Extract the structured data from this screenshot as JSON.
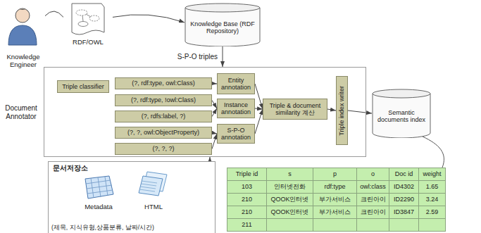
{
  "diagram": {
    "nodes": [
      {
        "text": [
          "Knowledge Engineer"
        ]
      },
      {
        "text": [
          "RDF/OWL"
        ]
      },
      {
        "text": [
          "Knowledge Base (RDF Repository)"
        ]
      },
      {
        "text": [
          "Document Annotator"
        ]
      },
      {
        "text": [
          "Triple classifier"
        ],
        "in": 3
      },
      {
        "text": [
          "(?, rdf:type, owl:Class)"
        ],
        "in": 3
      },
      {
        "text": [
          "(?, rdf:type, !owl:Class)"
        ],
        "in": 3
      },
      {
        "text": [
          "(?, rdfs:label, ?)"
        ],
        "in": 3
      },
      {
        "text": [
          "(?, ?, owl:ObjectProperty)"
        ],
        "in": 3
      },
      {
        "text": [
          "(?, ?, ?)"
        ],
        "in": 3
      },
      {
        "text": [
          "Entity annotation"
        ],
        "in": 3
      },
      {
        "text": [
          "Instance annotation"
        ],
        "in": 3
      },
      {
        "text": [
          "S-P-O annotation"
        ],
        "in": 3
      },
      {
        "text": [
          "Triple & document similarity 계산"
        ],
        "in": 3
      },
      {
        "text": [
          "Triple index writer"
        ],
        "in": 3
      },
      {
        "text": [
          "Semantic documents index"
        ]
      },
      {
        "text": [
          "문서저장소",
          "(제목, 지식유형,상품분류, 날짜/시간)"
        ]
      },
      {
        "text": [
          "Metadata"
        ],
        "in": 16
      },
      {
        "text": [
          "HTML"
        ],
        "in": 16
      }
    ],
    "edges": [
      {
        "from": 0,
        "to": 1,
        "arrow": "none"
      },
      {
        "from": 1,
        "to": 2,
        "arrow": "to"
      },
      {
        "from": 2,
        "to": 3,
        "label": "S-P-O triples",
        "arrow": "to"
      },
      {
        "from": 5,
        "to": 10,
        "arrow": "to"
      },
      {
        "from": 6,
        "to": 11,
        "arrow": "to"
      },
      {
        "from": 7,
        "to": 11,
        "arrow": "to"
      },
      {
        "from": 8,
        "to": 12,
        "arrow": "to"
      },
      {
        "from": 9,
        "to": 12,
        "arrow": "to"
      },
      {
        "from": 10,
        "to": 13,
        "arrow": "to"
      },
      {
        "from": 11,
        "to": 13,
        "arrow": "to"
      },
      {
        "from": 12,
        "to": 13,
        "arrow": "to"
      },
      {
        "from": 13,
        "to": 14,
        "arrow": "to"
      },
      {
        "from": 14,
        "to": 15,
        "arrow": "to"
      },
      {
        "from": 16,
        "to": 3,
        "arrow": "to"
      }
    ],
    "labels": [
      "Triple id",
      "s",
      "p",
      "o",
      "Doc id",
      "weight",
      "103",
      "인터넷전화",
      "rdf:type",
      "owl:class",
      "ID4302",
      "1.65",
      "210",
      "QOOK인터넷",
      "부가서비스",
      "크린아이",
      "ID2290",
      "3.24",
      "210",
      "QOOK인터넷",
      "부가서비스",
      "크린아이",
      "ID3847",
      "2.59",
      "211"
    ]
  }
}
